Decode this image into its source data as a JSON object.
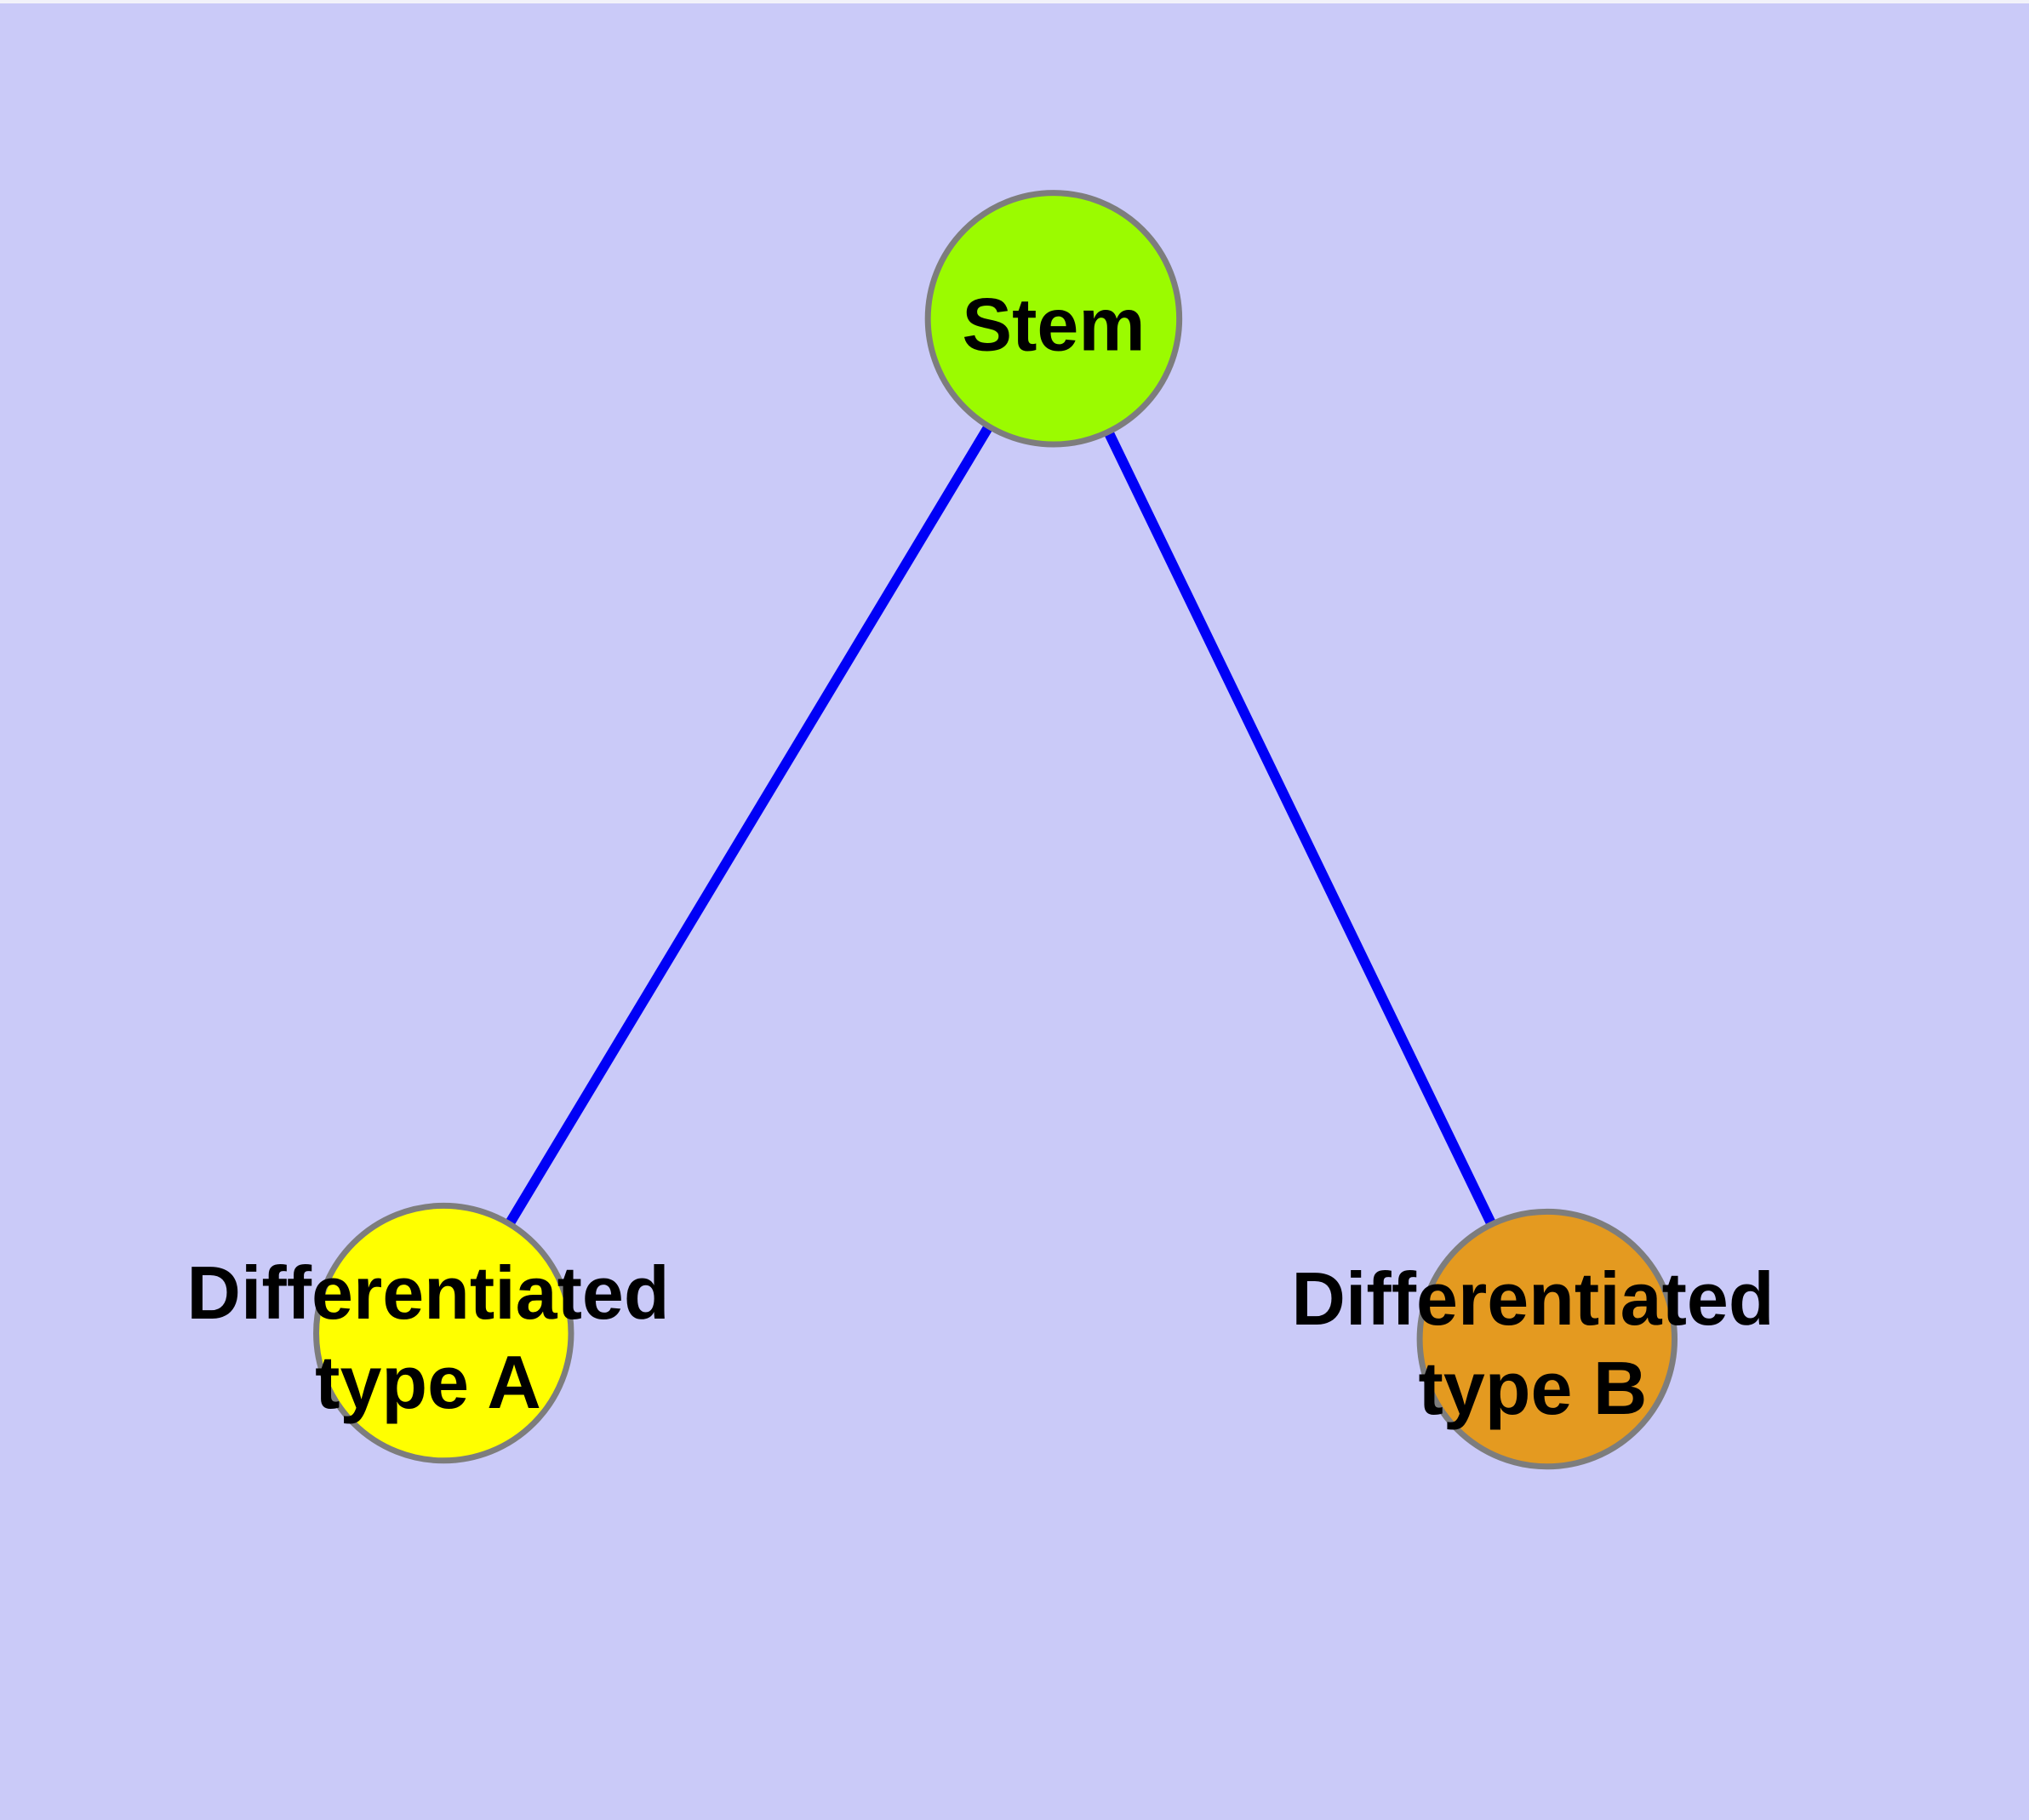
{
  "diagram": {
    "type": "graph",
    "background_color": "#CACAF8",
    "edge_color": "#0000F6",
    "node_border_color": "#7D7D7D",
    "nodes": [
      {
        "id": "stem",
        "label": "Stem",
        "color": "#9BFB00"
      },
      {
        "id": "differentiated-type-a",
        "label_line1": "Differentiated",
        "label_line2": "type A",
        "color": "#FFFF00"
      },
      {
        "id": "differentiated-type-b",
        "label_line1": "Differentiated",
        "label_line2": "type B",
        "color": "#E49A20"
      }
    ],
    "edges": [
      {
        "from": "Stem",
        "to": "Differentiated type A"
      },
      {
        "from": "Stem",
        "to": "Differentiated type B"
      }
    ]
  }
}
